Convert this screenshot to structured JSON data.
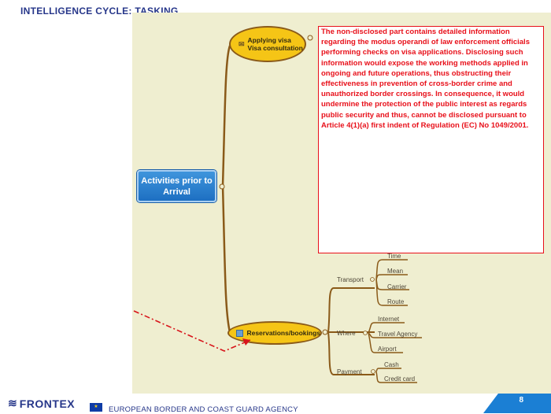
{
  "slide": {
    "title": "INTELLIGENCE CYCLE:  TASKING"
  },
  "mindmap": {
    "central": "Activities prior to Arrival",
    "branches": {
      "visa": {
        "line1": "Applying visa",
        "line2": "Visa consultation",
        "icon": "envelope-icon"
      },
      "reservations": {
        "label": "Reservations/bookings",
        "icon": "card-icon",
        "groups": {
          "transport": {
            "label": "Transport",
            "items": [
              "Time",
              "Mean",
              "Carrier",
              "Route"
            ]
          },
          "where": {
            "label": "Where",
            "items": [
              "Internet",
              "Travel Agency",
              "Airport"
            ]
          },
          "payment": {
            "label": "Payment",
            "items": [
              "Cash",
              "Credit card"
            ]
          }
        }
      }
    },
    "colors": {
      "background": "#efeed0",
      "node": "#f5c516",
      "branch": "#8a5a19",
      "central": "#2a80d0"
    }
  },
  "redaction": {
    "text": "The non-disclosed part contains detailed information regarding the modus operandi of law enforcement officials performing checks on visa applications. Disclosing such information would expose the working methods applied in ongoing and future operations, thus obstructing their effectiveness in prevention of cross-border crime and unauthorized border crossings. In consequence, it would undermine the protection of the public interest as regards public security and thus, cannot be disclosed pursuant to Article 4(1)(a) first indent of Regulation (EC) No 1049/2001.",
    "color": "#e8101a"
  },
  "footer": {
    "brand": "FRONTEX",
    "agency": "EUROPEAN BORDER AND COAST GUARD AGENCY",
    "page": "8",
    "accent": "#1b7fd4"
  }
}
